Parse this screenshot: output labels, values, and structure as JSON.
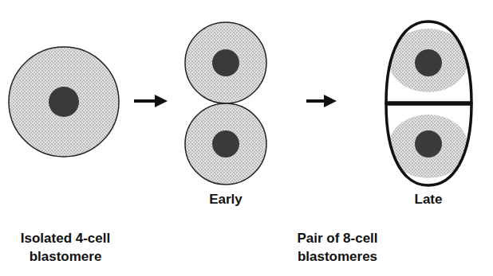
{
  "diagram": {
    "labels": [
      "Early",
      "Late",
      "Isolated 4-cell blastomere",
      "Pair of 8-cell blastomeres"
    ]
  }
}
